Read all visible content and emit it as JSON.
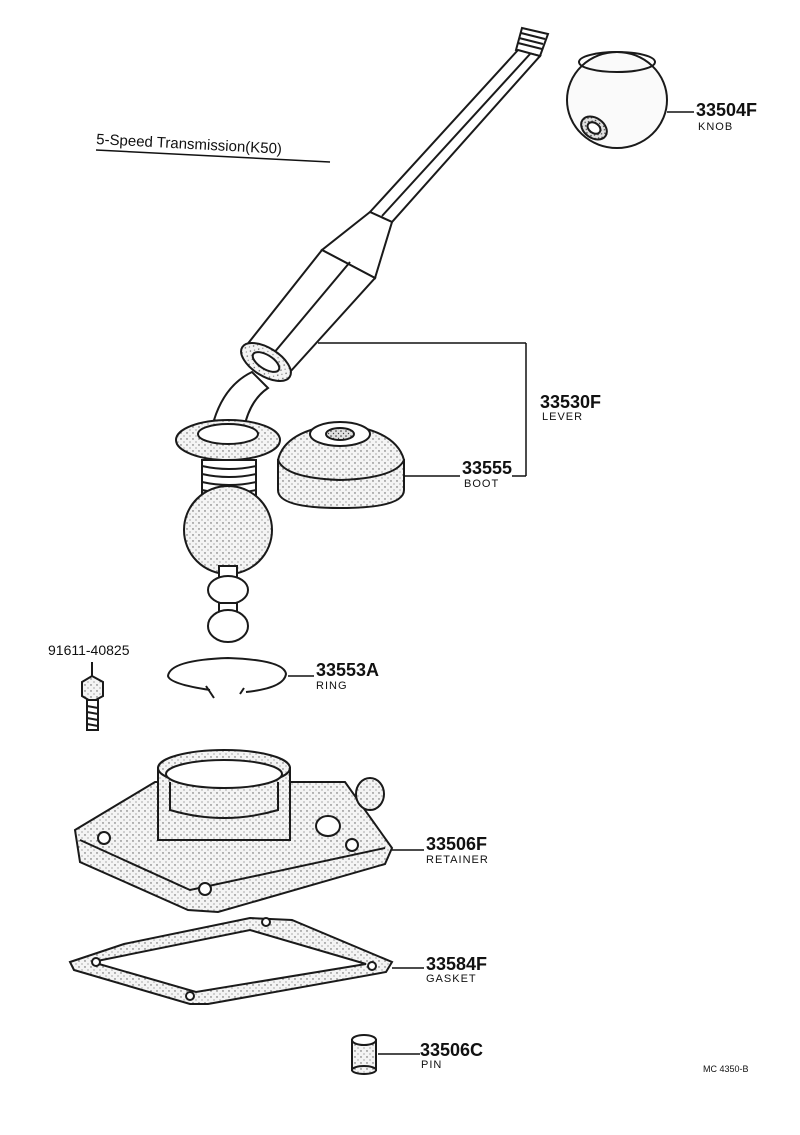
{
  "title": "5-Speed Transmission(K50)",
  "drawing_code": "MC 4350-B",
  "parts": [
    {
      "id": "knob",
      "number": "33504F",
      "name": "KNOB"
    },
    {
      "id": "lever",
      "number": "33530F",
      "name": "LEVER"
    },
    {
      "id": "boot",
      "number": "33555",
      "name": "BOOT"
    },
    {
      "id": "bolt",
      "number": "91611-40825",
      "name": ""
    },
    {
      "id": "ring",
      "number": "33553A",
      "name": "RING"
    },
    {
      "id": "retainer",
      "number": "33506F",
      "name": "RETAINER"
    },
    {
      "id": "gasket",
      "number": "33584F",
      "name": "GASKET"
    },
    {
      "id": "pin",
      "number": "33506C",
      "name": "PIN"
    }
  ]
}
